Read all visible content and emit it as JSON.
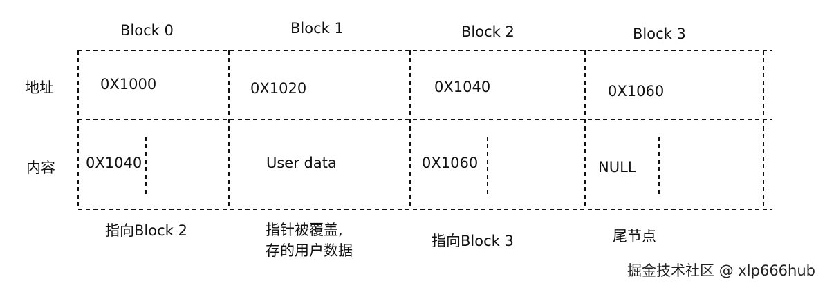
{
  "blocks": [
    {
      "name": "Block 0",
      "address": "0X1000",
      "content": "0X1040",
      "note_lines": [
        "指向Block 2"
      ]
    },
    {
      "name": "Block 1",
      "address": "0X1020",
      "content": "User data",
      "note_lines": [
        "指针被覆盖,",
        "存的用户数据"
      ]
    },
    {
      "name": "Block 2",
      "address": "0X1040",
      "content": "0X1060",
      "note_lines": [
        "指向Block 3"
      ]
    },
    {
      "name": "Block 3",
      "address": "0X1060",
      "content": "NULL",
      "note_lines": [
        "尾节点"
      ]
    }
  ],
  "row_labels": {
    "address": "地址",
    "content": "内容"
  },
  "watermark": "掘金技术社区 @ xlp666hub"
}
